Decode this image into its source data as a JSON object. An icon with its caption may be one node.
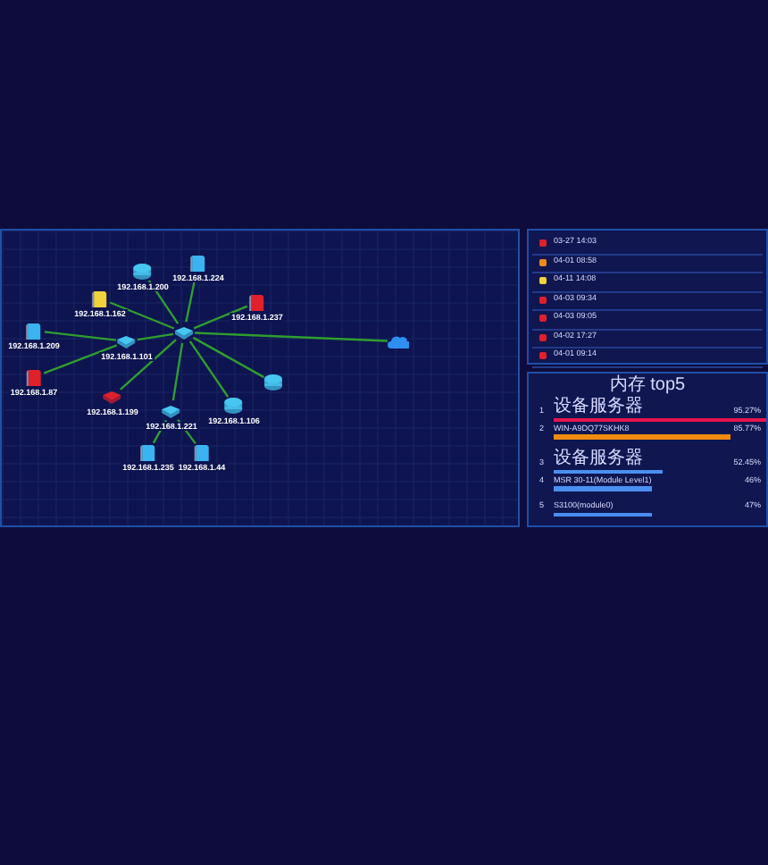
{
  "diagram": {
    "nodes": [
      {
        "text": [],
        "shape": "switch"
      },
      {
        "text": [
          "192.168.1.209"
        ]
      },
      {
        "text": [
          "192.168.1.200"
        ]
      },
      {
        "text": [
          "192.168.1.224"
        ]
      },
      {
        "text": [
          "192.168.1.162"
        ]
      },
      {
        "text": [
          "192.168.1.237"
        ]
      },
      {
        "text": [
          "192.168.1.101"
        ]
      },
      {
        "text": [
          "192.168.1.87"
        ]
      },
      {
        "text": [
          "192.168.1.199"
        ]
      },
      {
        "text": [
          "192.168.1.221"
        ]
      },
      {
        "text": [
          "192.168.1.106"
        ]
      },
      {
        "text": [],
        "shape": "cylinder"
      },
      {
        "text": [
          "192.168.1.235"
        ]
      },
      {
        "text": [
          "192.168.1.44"
        ]
      },
      {
        "text": [],
        "shape": "cloud"
      }
    ],
    "edges": [
      {
        "from": 0,
        "to": 6,
        "arrow": "none"
      },
      {
        "from": 0,
        "to": 2,
        "arrow": "none"
      },
      {
        "from": 0,
        "to": 3,
        "arrow": "none"
      },
      {
        "from": 0,
        "to": 4,
        "arrow": "none"
      },
      {
        "from": 0,
        "to": 5,
        "arrow": "none"
      },
      {
        "from": 0,
        "to": 14,
        "arrow": "none"
      },
      {
        "from": 0,
        "to": 9,
        "arrow": "none"
      },
      {
        "from": 0,
        "to": 10,
        "arrow": "none"
      },
      {
        "from": 0,
        "to": 11,
        "arrow": "none"
      },
      {
        "from": 0,
        "to": 8,
        "arrow": "none"
      },
      {
        "from": 6,
        "to": 1,
        "arrow": "none"
      },
      {
        "from": 6,
        "to": 7,
        "arrow": "none"
      },
      {
        "from": 9,
        "to": 12,
        "arrow": "none"
      },
      {
        "from": 9,
        "to": 13,
        "arrow": "none"
      }
    ],
    "labels": [
      "03-27 14:03",
      "04-01 08:58",
      "04-11 14:08",
      "04-03 09:34",
      "04-03 09:05",
      "04-02 17:27",
      "04-01 09:14",
      "内存 top5",
      "1",
      "设备服务器",
      "95.27%",
      "2",
      "WIN-A9DQ77SKHK8",
      "85.77%",
      "3",
      "设备服务器",
      "52.45%",
      "4",
      "MSR 30-11(Module Level1)",
      "46%",
      "5",
      "S3100(module0)",
      "47%"
    ]
  }
}
